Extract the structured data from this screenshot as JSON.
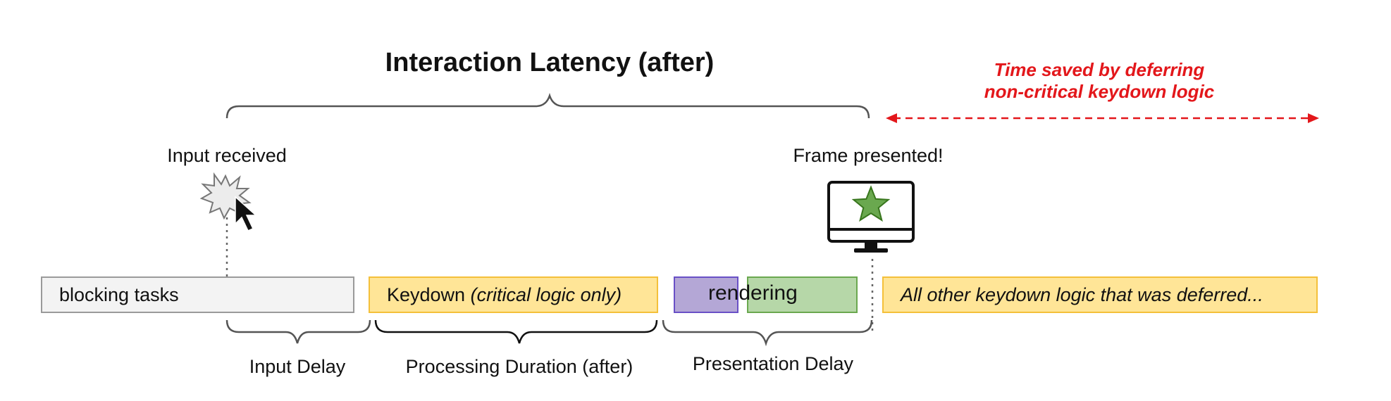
{
  "title": "Interaction Latency (after)",
  "time_saved": {
    "line1": "Time saved by deferring",
    "line2": "non-critical keydown logic",
    "color": "#e3171b"
  },
  "markers": {
    "input_received": "Input received",
    "frame_presented": "Frame presented!"
  },
  "tasks": {
    "blocking": "blocking tasks",
    "keydown_main": "Keydown ",
    "keydown_note": "(critical logic only)",
    "rendering": "rendering",
    "deferred": "All other keydown logic that was deferred..."
  },
  "phases": {
    "input_delay": "Input Delay",
    "processing_duration": "Processing Duration (after)",
    "presentation_delay": "Presentation Delay"
  },
  "icons": [
    "burst-icon",
    "cursor-icon",
    "monitor-icon",
    "star-icon"
  ]
}
